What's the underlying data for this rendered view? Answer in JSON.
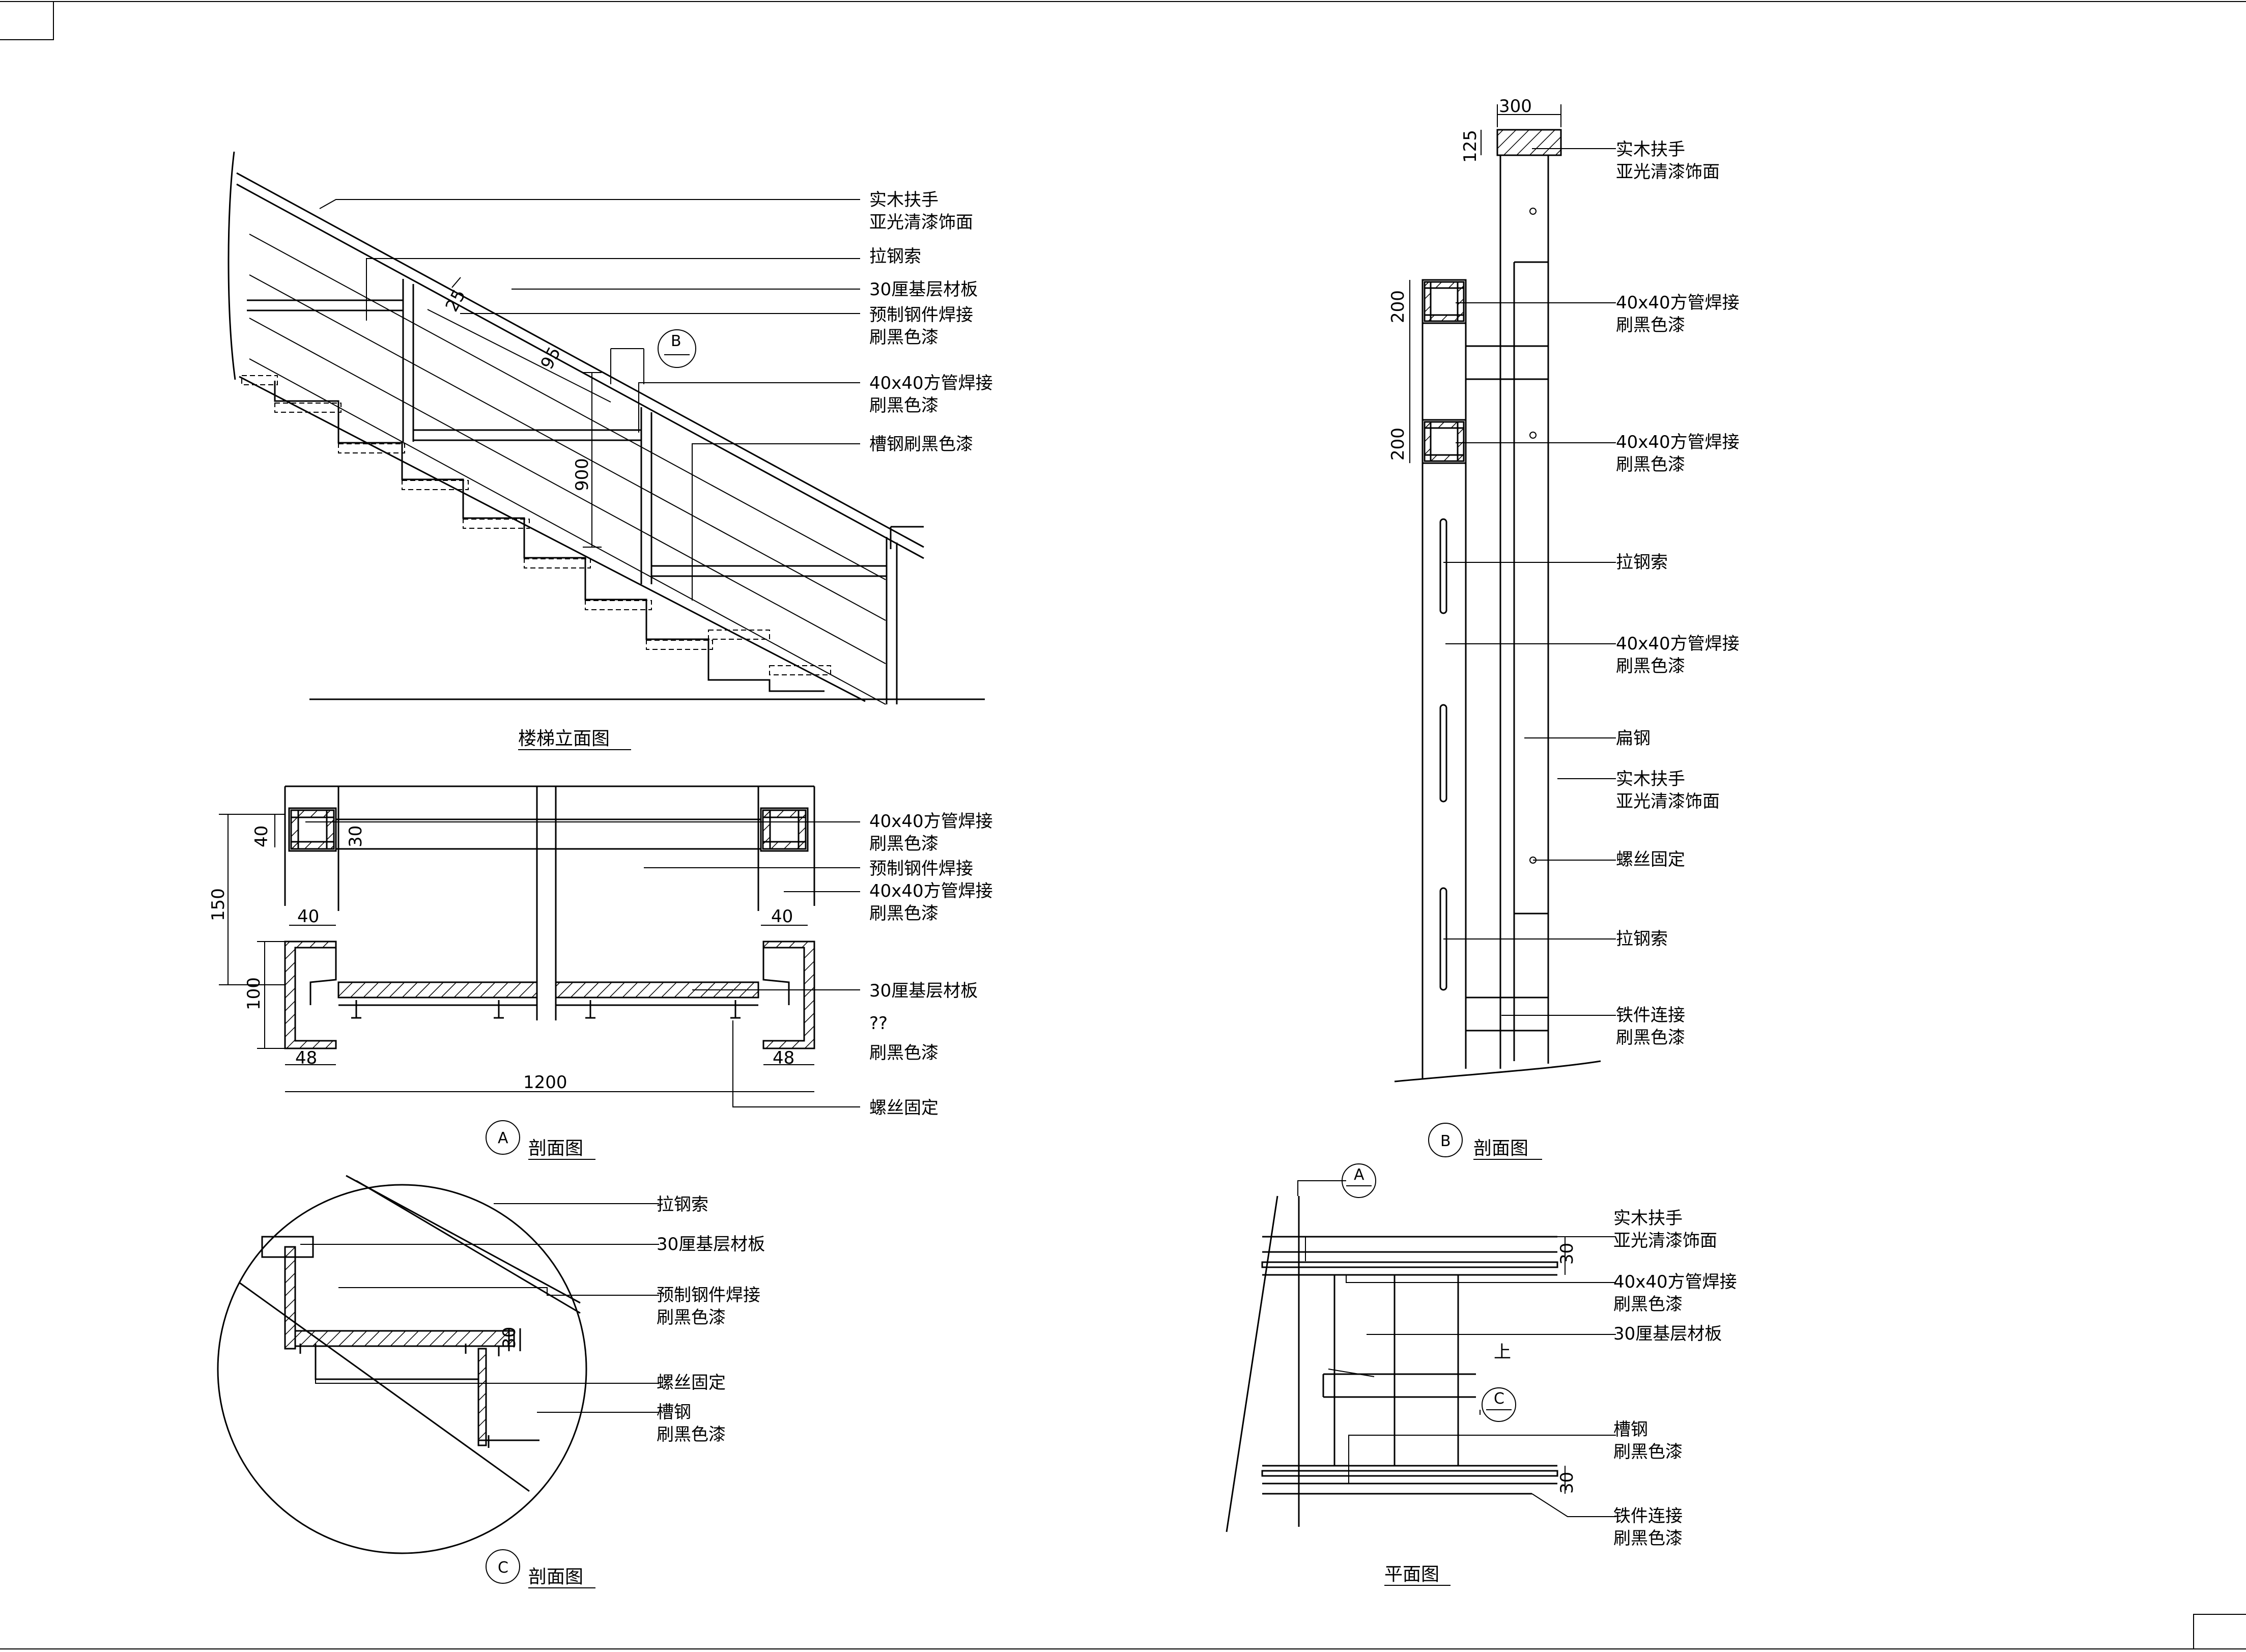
{
  "elevation": {
    "title": "楼梯立面图",
    "callouts": [
      "实木扶手\n亚光清漆饰面",
      "拉钢索",
      "30厘基层材板",
      "预制钢件焊接\n刷黑色漆",
      "40x40方管焊接\n刷黑色漆",
      "槽钢刷黑色漆"
    ],
    "dims": [
      "25",
      "95",
      "900"
    ],
    "section_tag": "B"
  },
  "section_a": {
    "tag": "A",
    "title": "剖面图",
    "callouts": [
      "40x40方管焊接\n刷黑色漆",
      "预制钢件焊接",
      "40x40方管焊接\n刷黑色漆",
      "30厘基层材板",
      "??",
      "刷黑色漆",
      "螺丝固定"
    ],
    "dims": [
      "40",
      "30",
      "150",
      "100",
      "40",
      "40",
      "48",
      "48",
      "1200"
    ]
  },
  "section_c": {
    "tag": "C",
    "title": "剖面图",
    "callouts": [
      "拉钢索",
      "30厘基层材板",
      "预制钢件焊接\n刷黑色漆",
      "螺丝固定",
      "槽钢\n刷黑色漆"
    ],
    "dims": [
      "30"
    ]
  },
  "section_b": {
    "tag": "B",
    "title": "剖面图",
    "callouts": [
      "实木扶手\n亚光清漆饰面",
      "40x40方管焊接\n刷黑色漆",
      "40x40方管焊接\n刷黑色漆",
      "拉钢索",
      "40x40方管焊接\n刷黑色漆",
      "扁钢",
      "实木扶手\n亚光清漆饰面",
      "螺丝固定",
      "拉钢索",
      "铁件连接\n刷黑色漆"
    ],
    "dims": [
      "300",
      "125",
      "200",
      "200"
    ]
  },
  "plan": {
    "title": "平面图",
    "section_tags": [
      "A",
      "C"
    ],
    "up_label": "上",
    "callouts": [
      "实木扶手\n亚光清漆饰面",
      "40x40方管焊接\n刷黑色漆",
      "30厘基层材板",
      "槽钢\n刷黑色漆",
      "铁件连接\n刷黑色漆"
    ],
    "dims": [
      "30",
      "30"
    ]
  }
}
